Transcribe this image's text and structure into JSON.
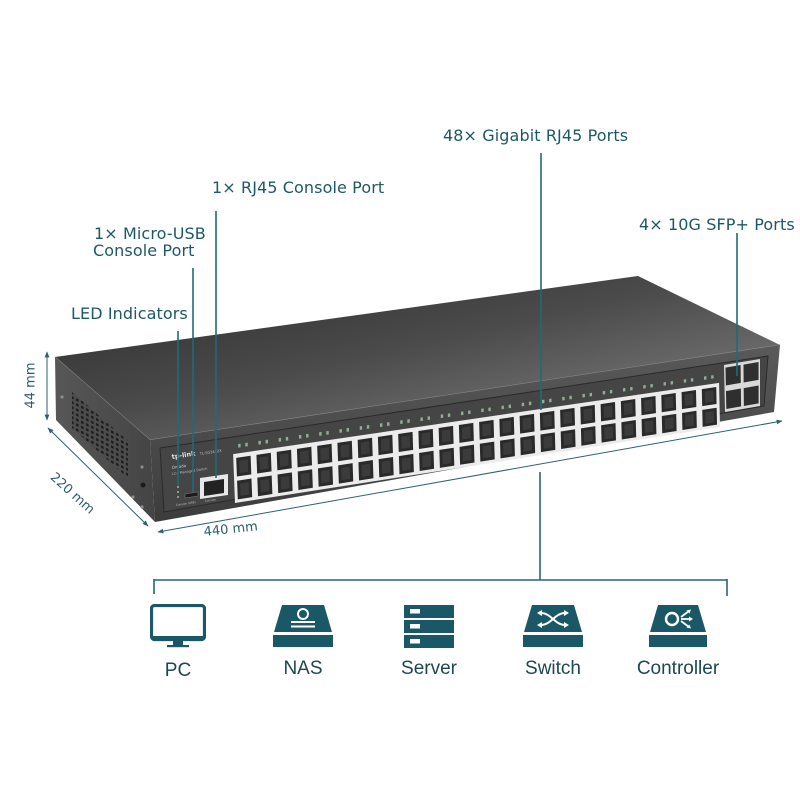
{
  "product": {
    "brand_logo": "tp-link",
    "model": "TL-SG3452X",
    "series": "Omada",
    "subtitle": "L2+ Managed Switch",
    "front_labels": {
      "console_usb": "Console (USB)",
      "console": "Console"
    }
  },
  "callouts": {
    "led_indicators": "LED Indicators",
    "micro_usb_line1": "1× Micro-USB",
    "micro_usb_line2": "Console Port",
    "rj45_console": "1× RJ45 Console Port",
    "gigabit_ports": "48× Gigabit RJ45 Ports",
    "sfp_ports": "4× 10G SFP+ Ports"
  },
  "dimensions": {
    "height": "44 mm",
    "depth": "220 mm",
    "width": "440 mm"
  },
  "port_counts": {
    "rj45": 48,
    "sfp": 4
  },
  "devices": [
    {
      "label": "PC",
      "icon": "monitor-icon"
    },
    {
      "label": "NAS",
      "icon": "nas-icon"
    },
    {
      "label": "Server",
      "icon": "server-icon"
    },
    {
      "label": "Switch",
      "icon": "switch-icon"
    },
    {
      "label": "Controller",
      "icon": "controller-icon"
    }
  ],
  "colors": {
    "accent": "#1d5866",
    "icon_fill": "#1b5867",
    "chassis": "#3a3a3a"
  }
}
